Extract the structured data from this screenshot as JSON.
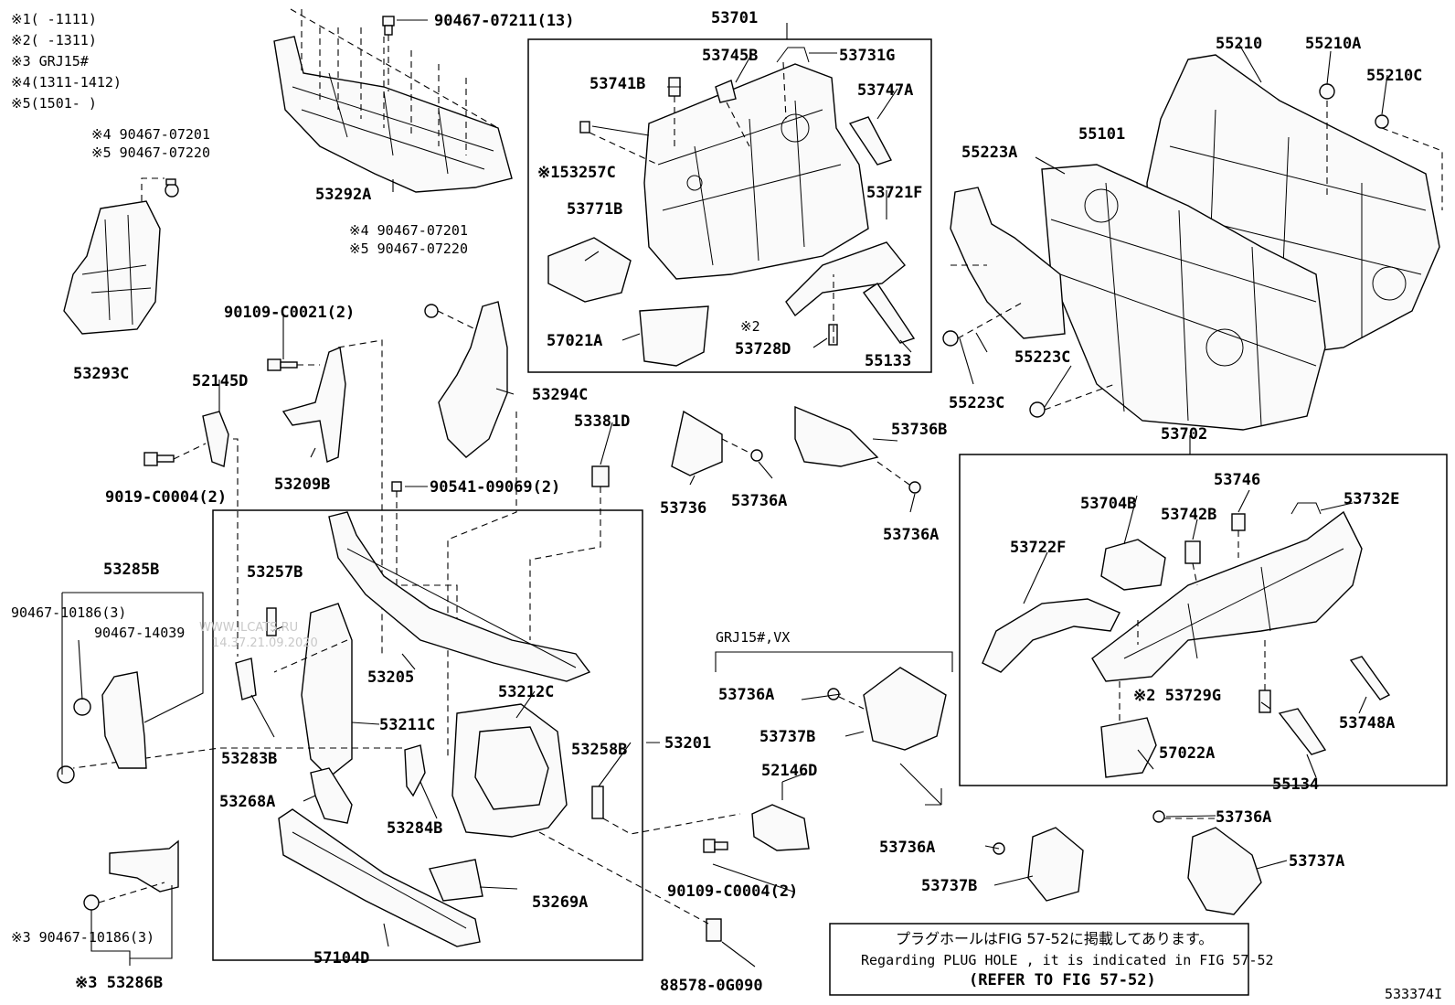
{
  "notes": [
    "※1( -1111)",
    "※2( -1311)",
    "※3 GRJ15#",
    "※4(1311-1412)",
    "※5(1501- )"
  ],
  "labels": {
    "p90467_07211": "90467-07211(13)",
    "p53701": "53701",
    "p53292A": "53292A",
    "p90467_07201_a": "※4 90467-07201",
    "p90467_07220_a": "※5 90467-07220",
    "p53293C": "53293C",
    "p53745B": "53745B",
    "p53731G": "53731G",
    "p53741B": "53741B",
    "p53747A": "53747A",
    "p53257C": "※153257C",
    "p53771B": "53771B",
    "p53721F": "53721F",
    "p57021A": "57021A",
    "p_note2_a": "※2",
    "p53728D": "53728D",
    "p55133": "55133",
    "p55210": "55210",
    "p55210A": "55210A",
    "p55210C": "55210C",
    "p55223A": "55223A",
    "p55101": "55101",
    "p55223C_a": "55223C",
    "p55223C_b": "55223C",
    "p90467_07201_b": "※4 90467-07201",
    "p90467_07220_b": "※5 90467-07220",
    "p90109_C0021": "90109-C0021(2)",
    "p52145D": "52145D",
    "p53294C": "53294C",
    "p53209B": "53209B",
    "p9019_C0004": "9019-C0004(2)",
    "p53381D": "53381D",
    "p90541_09069": "90541-09069(2)",
    "p53736": "53736",
    "p53736A_a": "53736A",
    "p53736B": "53736B",
    "p53736A_b": "53736A",
    "p53702": "53702",
    "p53746": "53746",
    "p53704B": "53704B",
    "p53742B": "53742B",
    "p53732E": "53732E",
    "p53722F": "53722F",
    "p53285B": "53285B",
    "p90467_10186_a": "90467-10186(3)",
    "p90467_14039": "90467-14039",
    "p53257B": "53257B",
    "p53205": "53205",
    "p53211C": "53211C",
    "p53283B": "53283B",
    "p53212C": "53212C",
    "p53258B": "53258B",
    "p53201": "53201",
    "p53268A": "53268A",
    "p53284B": "53284B",
    "p53269A": "53269A",
    "p57104D": "57104D",
    "p90467_10186_b": "※3 90467-10186(3)",
    "p53286B": "※3 53286B",
    "p88578": "88578-0G090",
    "p90109_C0004": "90109-C0004(2)",
    "p52146D": "52146D",
    "pGRJ": "GRJ15#,VX",
    "p53736A_c": "53736A",
    "p53737B_a": "53737B",
    "p53729G": "※2 53729G",
    "p53748A": "53748A",
    "p57022A": "57022A",
    "p55134": "55134",
    "p53736A_d": "53736A",
    "p53737A": "53737A",
    "p53736A_e": "53736A",
    "p53737B_b": "53737B",
    "diagram_id": "533374I"
  },
  "plug_note": {
    "line1": "プラグホールはFIG 57-52に掲載してあります。",
    "line2": "Regarding PLUG HOLE , it is indicated in FIG 57-52",
    "line3": "(REFER TO FIG 57-52)"
  },
  "watermark": {
    "line1": "WWW.ILCATS.RU",
    "line2": "14.37.21.09.2020"
  }
}
